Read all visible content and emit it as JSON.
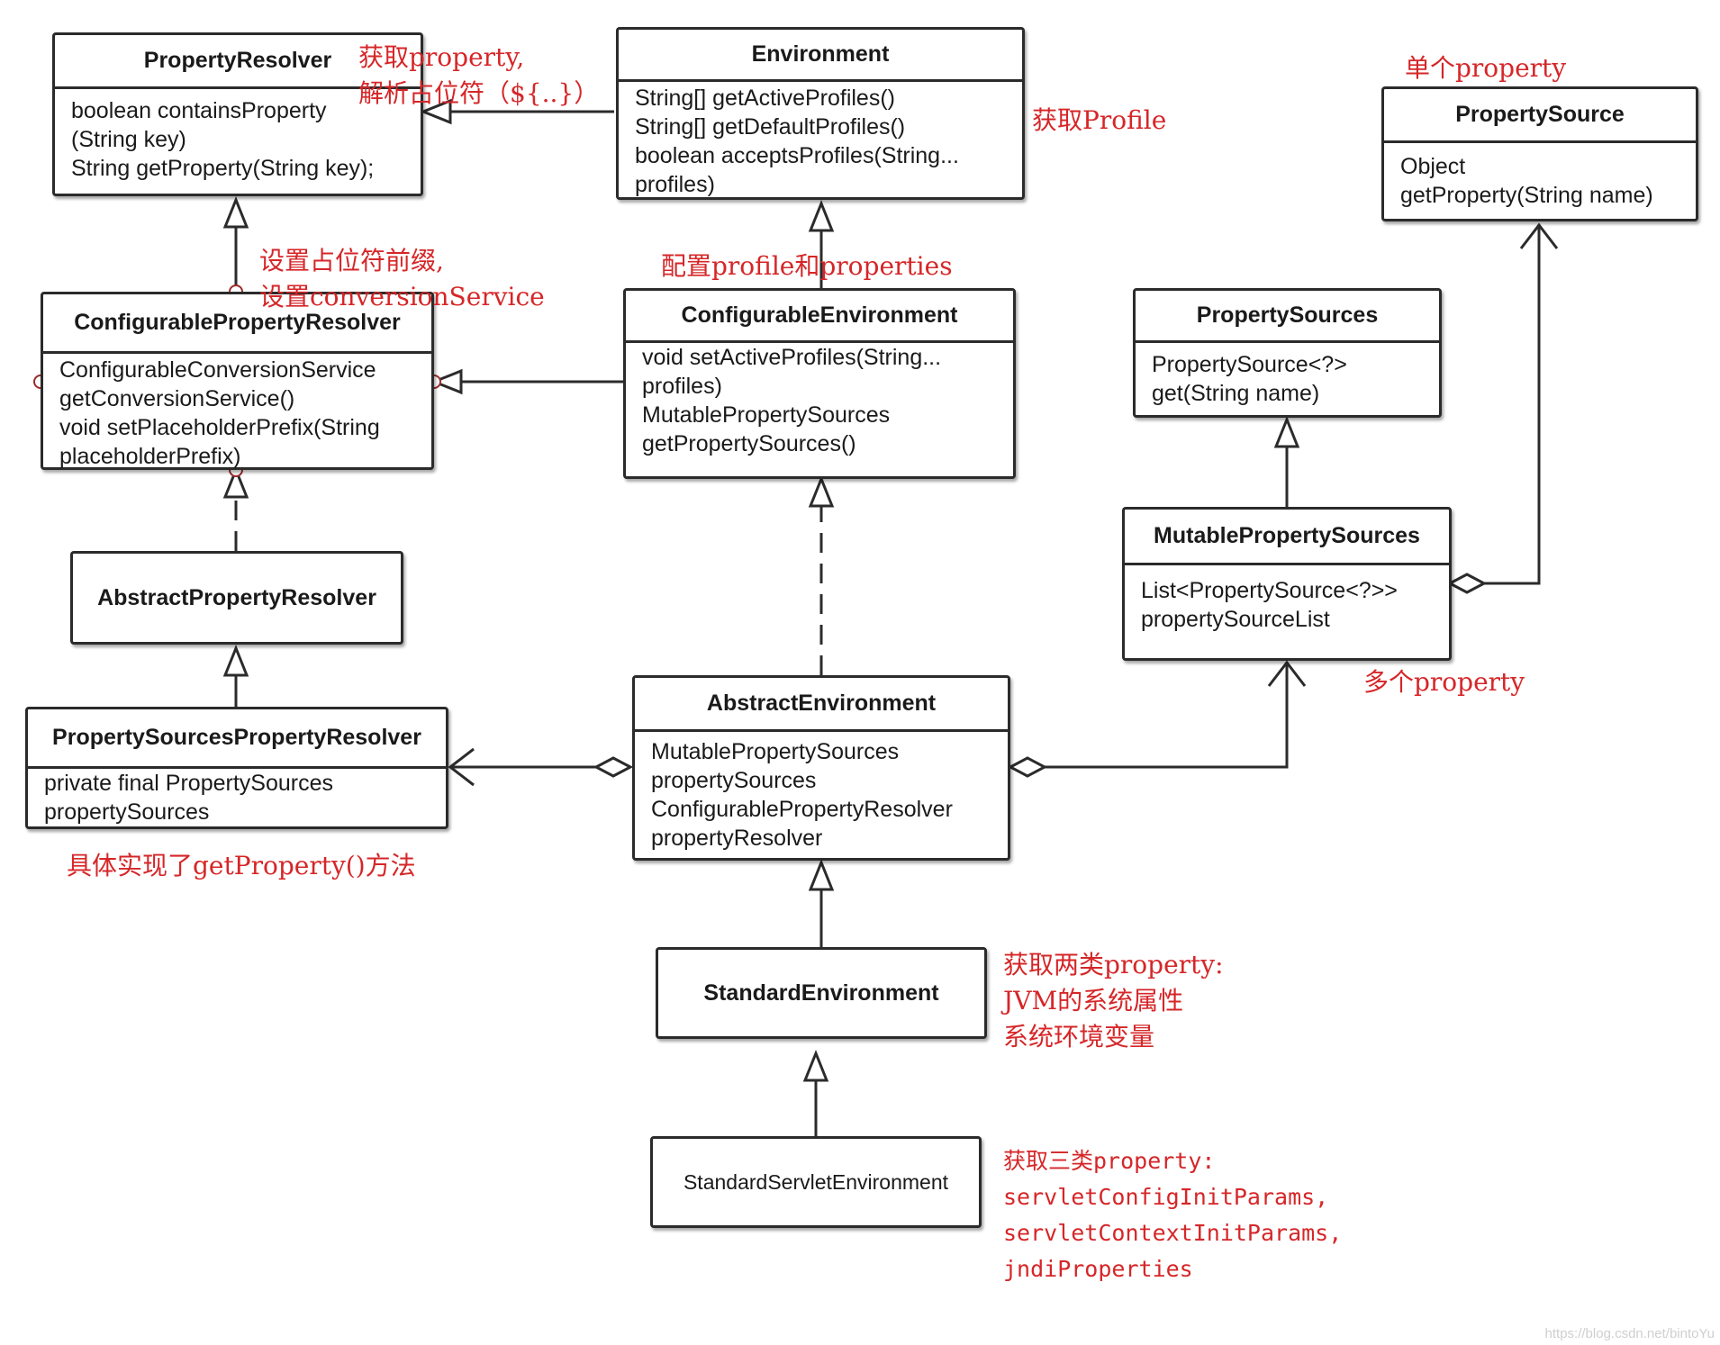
{
  "classes": {
    "property_resolver": {
      "title": "PropertyResolver",
      "lines": [
        "boolean containsProperty",
        "(String key)",
        "String getProperty(String key);"
      ]
    },
    "environment": {
      "title": "Environment",
      "lines": [
        "String[] getActiveProfiles()",
        "String[] getDefaultProfiles()",
        "boolean acceptsProfiles(String...",
        "profiles)"
      ]
    },
    "property_source": {
      "title": "PropertySource",
      "lines": [
        "Object",
        "getProperty(String name)"
      ]
    },
    "configurable_property_resolver": {
      "title": "ConfigurablePropertyResolver",
      "lines": [
        "ConfigurableConversionService",
        "getConversionService()",
        "void setPlaceholderPrefix(String",
        "placeholderPrefix)"
      ]
    },
    "configurable_environment": {
      "title": "ConfigurableEnvironment",
      "lines": [
        "void setActiveProfiles(String...",
        "profiles)",
        "MutablePropertySources",
        "getPropertySources()"
      ]
    },
    "property_sources": {
      "title": "PropertySources",
      "lines": [
        "PropertySource<?>",
        "get(String name)"
      ]
    },
    "mutable_property_sources": {
      "title": "MutablePropertySources",
      "lines": [
        "List<PropertySource<?>>",
        "propertySourceList"
      ]
    },
    "abstract_property_resolver": {
      "title": "AbstractPropertyResolver"
    },
    "property_sources_property_resolver": {
      "title": "PropertySourcesPropertyResolver",
      "lines": [
        "private final PropertySources",
        "propertySources"
      ]
    },
    "abstract_environment": {
      "title": "AbstractEnvironment",
      "lines": [
        "MutablePropertySources",
        "propertySources",
        "ConfigurablePropertyResolver",
        "propertyResolver"
      ]
    },
    "standard_environment": {
      "title": "StandardEnvironment"
    },
    "standard_servlet_environment": {
      "title": "StandardServletEnvironment"
    }
  },
  "notes": {
    "get_property": [
      "获取property,",
      "解析占位符（${..}）"
    ],
    "get_profile": "获取Profile",
    "single_property": "单个property",
    "set_prefix": [
      "设置占位符前缀,",
      "设置conversionService"
    ],
    "config_profile": "配置profile和properties",
    "multi_property": "多个property",
    "impl_get_property": "具体实现了getProperty()方法",
    "two_kinds": [
      "获取两类property:",
      "JVM的系统属性",
      "系统环境变量"
    ],
    "three_kinds": [
      "获取三类property:",
      "servletConfigInitParams,",
      "servletContextInitParams,",
      "jndiProperties"
    ]
  },
  "watermark": "https://blog.csdn.net/bintoYu",
  "colors": {
    "note": "#d62628",
    "line": "#2b2b2b"
  }
}
